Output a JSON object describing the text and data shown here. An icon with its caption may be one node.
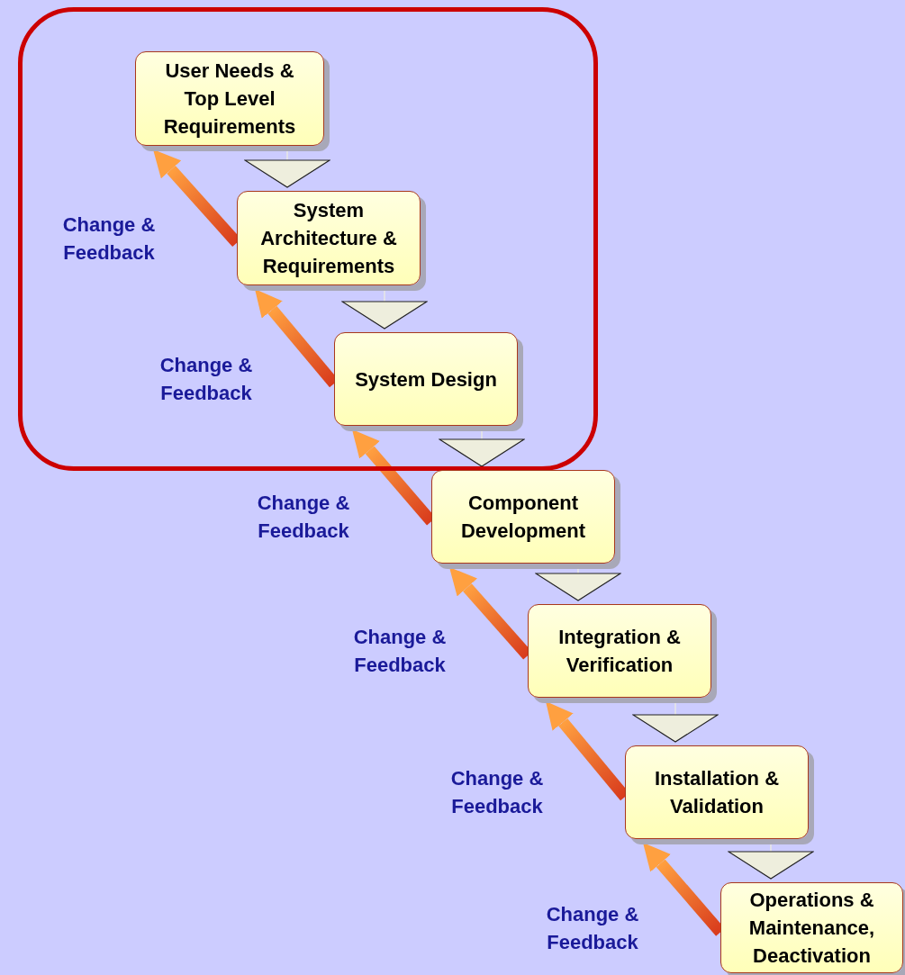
{
  "diagram": {
    "nodes": [
      {
        "text": [],
        "shape": "box"
      },
      {
        "text": [
          "User Needs & Top Level Requirements"
        ],
        "in": 0
      },
      {
        "text": [
          "System Architecture & Requirements"
        ],
        "in": 0
      },
      {
        "text": [
          "System Design"
        ],
        "in": 0
      },
      {
        "text": [
          "Component Development"
        ]
      },
      {
        "text": [
          "Integration & Verification"
        ]
      },
      {
        "text": [
          "Installation & Validation"
        ]
      },
      {
        "text": [
          "Operations & Maintenance, Deactivation"
        ]
      }
    ],
    "edges": [
      {
        "from": 1,
        "to": 2,
        "arrow": "to"
      },
      {
        "from": 2,
        "to": 3,
        "arrow": "to"
      },
      {
        "from": 3,
        "to": 4,
        "arrow": "to"
      },
      {
        "from": 4,
        "to": 5,
        "arrow": "to"
      },
      {
        "from": 5,
        "to": 6,
        "arrow": "to"
      },
      {
        "from": 6,
        "to": 7,
        "arrow": "to"
      },
      {
        "from": 2,
        "to": 1,
        "arrow": "to",
        "label": "Change & Feedback",
        "style": "thick",
        "color": "#d83a1c"
      },
      {
        "from": 3,
        "to": 2,
        "arrow": "to",
        "label": "Change & Feedback",
        "style": "thick",
        "color": "#d83a1c"
      },
      {
        "from": 4,
        "to": 3,
        "arrow": "to",
        "label": "Change & Feedback",
        "style": "thick",
        "color": "#d83a1c"
      },
      {
        "from": 5,
        "to": 4,
        "arrow": "to",
        "label": "Change & Feedback",
        "style": "thick",
        "color": "#d83a1c"
      },
      {
        "from": 6,
        "to": 5,
        "arrow": "to",
        "label": "Change & Feedback",
        "style": "thick",
        "color": "#d83a1c"
      },
      {
        "from": 7,
        "to": 6,
        "arrow": "to",
        "label": "Change & Feedback",
        "style": "thick",
        "color": "#d83a1c"
      }
    ]
  }
}
